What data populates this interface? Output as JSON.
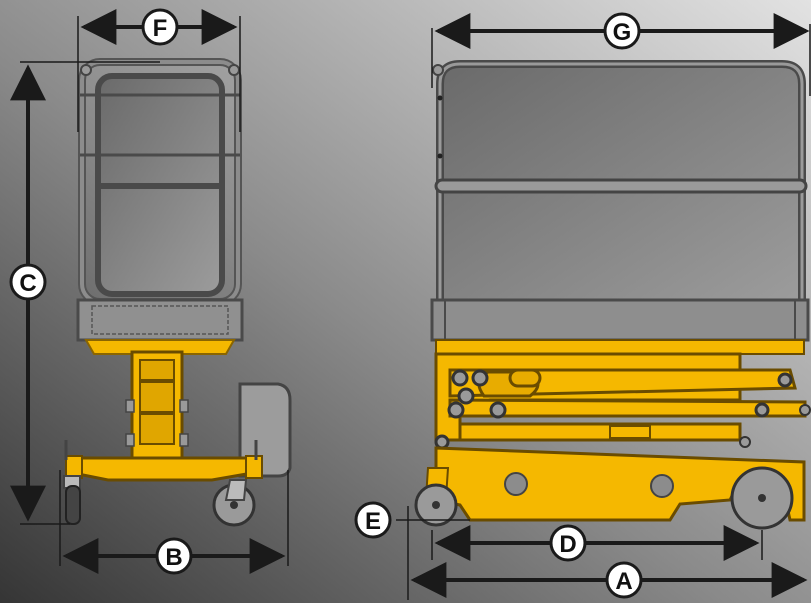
{
  "dimension_labels": {
    "a": "A",
    "b": "B",
    "c": "C",
    "d": "D",
    "e": "E",
    "f": "F",
    "g": "G"
  },
  "colors": {
    "yellow": "#F5B800",
    "yellow_dark": "#C98F00",
    "steel": "#7A7A7A",
    "frame": "#6E6E6E",
    "background_dark": "#3C3C3C",
    "background_light": "#DCDCDC",
    "arrow": "#1A1A1A",
    "label_fill": "#FFFFFF"
  }
}
